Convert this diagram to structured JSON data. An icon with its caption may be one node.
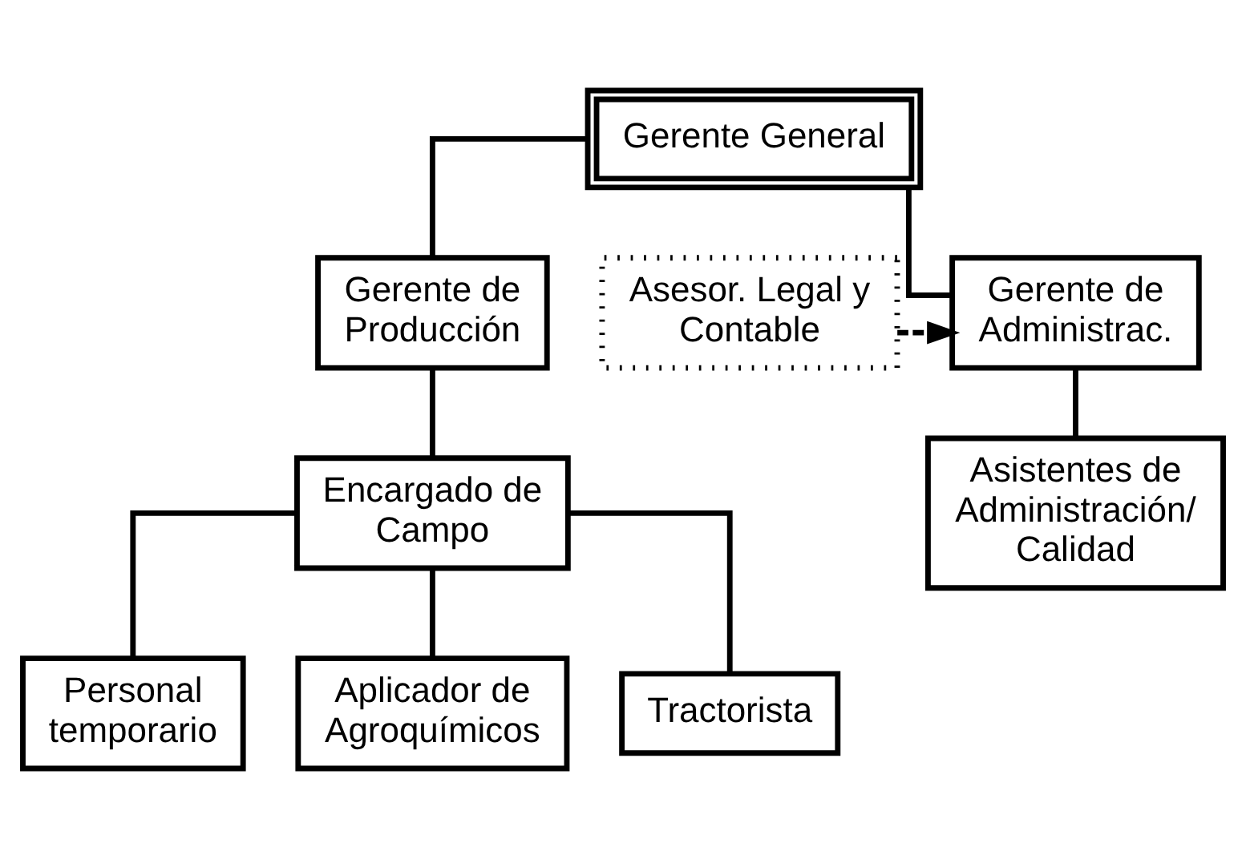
{
  "diagram": {
    "nodes": [
      {
        "text": [
          "Gerente General"
        ]
      },
      {
        "text": [
          "Gerente de Producción"
        ]
      },
      {
        "text": [
          "Gerente de Administrac."
        ]
      },
      {
        "text": [
          "Asesor. Legal y Contable"
        ]
      },
      {
        "text": [
          "Encargado de Campo"
        ]
      },
      {
        "text": [
          "Asistentes de Administración/ Calidad"
        ]
      },
      {
        "text": [
          "Personal temporario"
        ]
      },
      {
        "text": [
          "Aplicador de Agroquímicos"
        ]
      },
      {
        "text": [
          "Tractorista"
        ]
      }
    ],
    "edges": [
      {
        "from": 0,
        "to": 1,
        "arrow": "none"
      },
      {
        "from": 0,
        "to": 2,
        "arrow": "none"
      },
      {
        "from": 3,
        "to": 2,
        "arrow": "to",
        "style": "dashed"
      },
      {
        "from": 1,
        "to": 4,
        "arrow": "none"
      },
      {
        "from": 2,
        "to": 5,
        "arrow": "none"
      },
      {
        "from": 4,
        "to": 6,
        "arrow": "none"
      },
      {
        "from": 4,
        "to": 7,
        "arrow": "none"
      },
      {
        "from": 4,
        "to": 8,
        "arrow": "none"
      }
    ]
  }
}
